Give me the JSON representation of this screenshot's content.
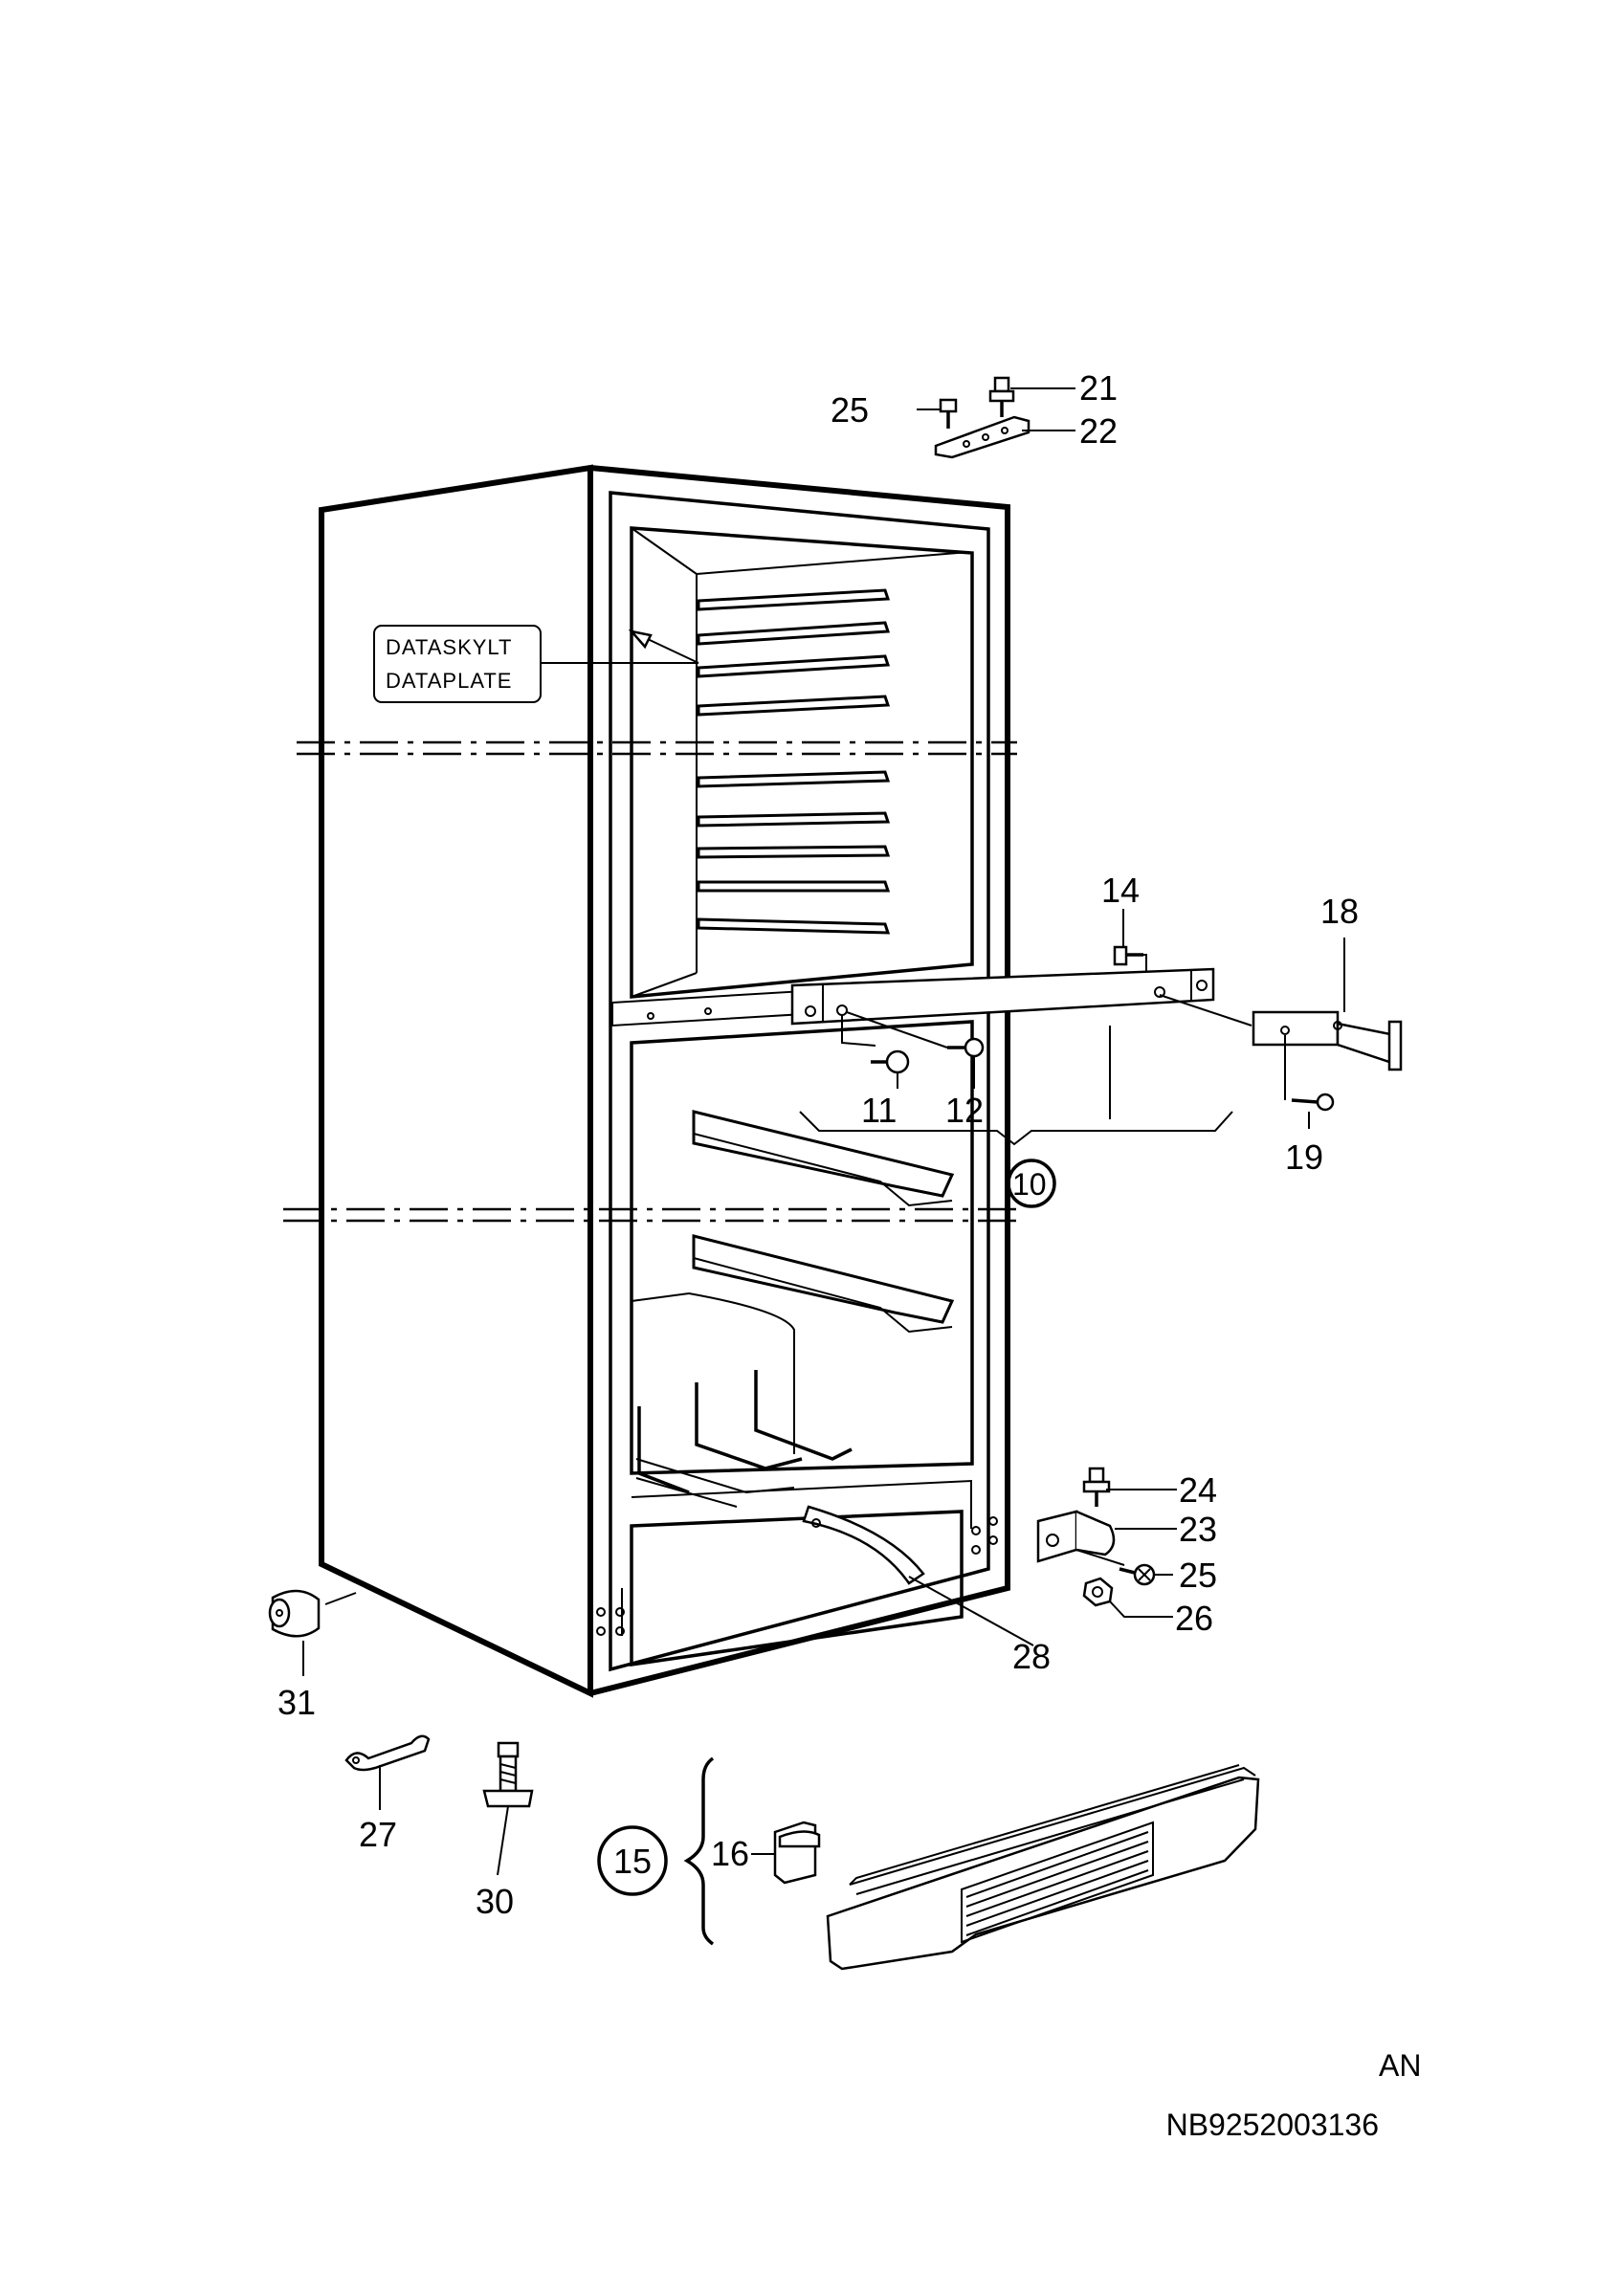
{
  "callouts": {
    "c25a": "25",
    "c21": "21",
    "c22": "22",
    "c14": "14",
    "c18": "18",
    "c11": "11",
    "c12": "12",
    "c19": "19",
    "c10": "10",
    "c24": "24",
    "c23": "23",
    "c25b": "25",
    "c26": "26",
    "c28": "28",
    "c31": "31",
    "c27": "27",
    "c30": "30",
    "c15": "15",
    "c16": "16"
  },
  "data_plate": {
    "line1": "DATASKYLT",
    "line2": "DATAPLATE"
  },
  "footer": {
    "variant": "AN",
    "document_number": "NB9252003136"
  }
}
